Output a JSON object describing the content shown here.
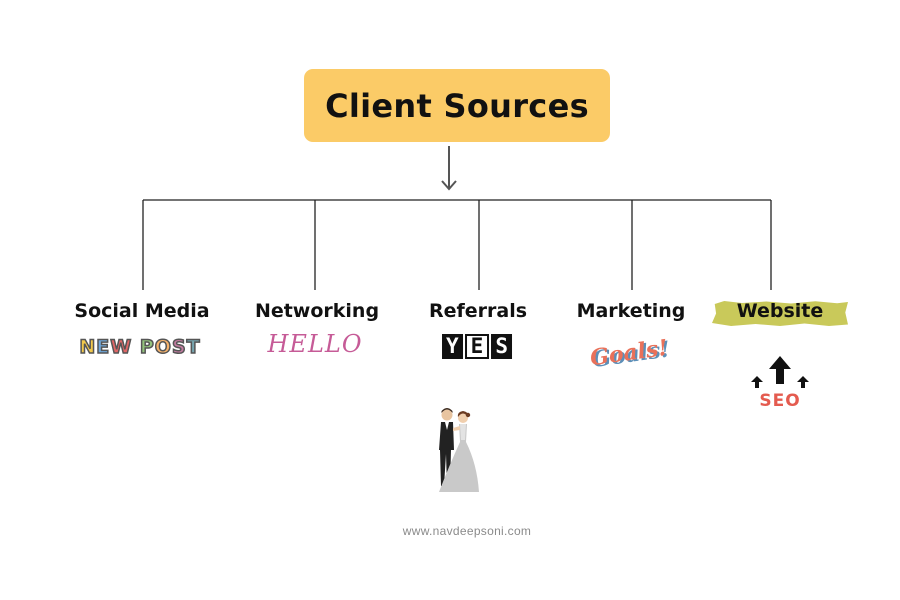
{
  "diagram": {
    "root": {
      "label": "Client Sources"
    },
    "categories": [
      {
        "label": "Social Media",
        "sticker": {
          "text": "NEW POST",
          "colors": [
            "#f2c94c",
            "#6fa8dc",
            "#e06666",
            "#93c47d",
            "#f6b26b",
            "#c27ba0",
            "#76a5af",
            "#e06666"
          ]
        }
      },
      {
        "label": "Networking",
        "sticker": {
          "text": "HELLO"
        }
      },
      {
        "label": "Referrals",
        "sticker": {
          "text": "YES",
          "illustration": "wedding-couple"
        }
      },
      {
        "label": "Marketing",
        "sticker": {
          "text": "Goals!"
        }
      },
      {
        "label": "Website",
        "highlighted": true,
        "sticker": {
          "text": "SEO",
          "icon": "up-arrows-icon"
        }
      }
    ]
  },
  "footer": {
    "text": "www.navdeepsoni.com"
  },
  "colors": {
    "root_box": "#fbcb67",
    "website_highlight": "#c9c95a",
    "connector": "#222222",
    "hello": "#c65b97",
    "goals": "#e9715a",
    "seo": "#e45b4f"
  }
}
